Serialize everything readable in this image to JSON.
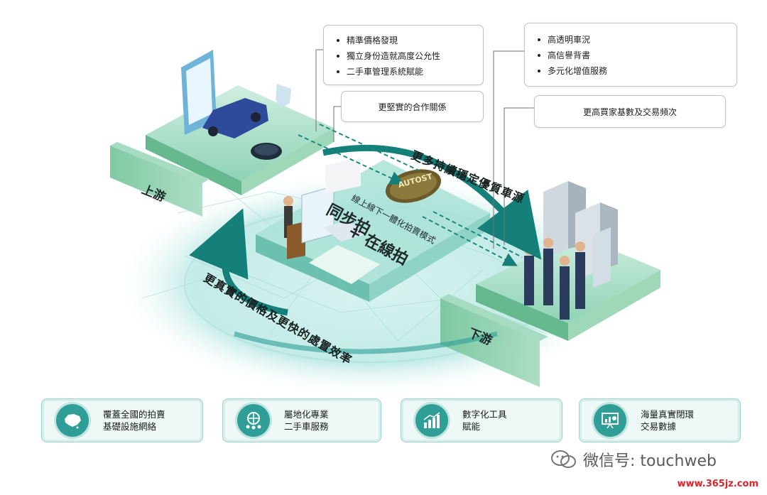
{
  "callouts": {
    "upstream_benefits": [
      "精準價格發現",
      "獨立身份造就高度公允性",
      "二手車管理系統賦能"
    ],
    "partnership": "更堅實的合作關係",
    "downstream_benefits": [
      "高透明車況",
      "高信譽背書",
      "多元化增值服務"
    ],
    "buyers": "更高買家基數及交易頻次"
  },
  "labels": {
    "upstream": "上游",
    "downstream": "下游",
    "brand": "AUTOST",
    "mode": "線上線下一體化拍賣模式",
    "auction_line1": "同步拍",
    "auction_line2": "+ 在線拍",
    "arc_top": "更多持續穩定優質車源",
    "arc_bottom": "更真實的價格及更快的處置效率"
  },
  "features": [
    {
      "line1": "覆蓋全國的拍賣",
      "line2": "基礎設施網絡",
      "icon": "china-map-icon"
    },
    {
      "line1": "屬地化專業",
      "line2": "二手車服務",
      "icon": "globe-people-icon"
    },
    {
      "line1": "數字化工具",
      "line2": "賦能",
      "icon": "bar-chart-icon"
    },
    {
      "line1": "海量真實閉環",
      "line2": "交易數據",
      "icon": "presentation-icon"
    }
  ],
  "watermark": {
    "text": "微信号: touchweb",
    "site": "www.365jz.com"
  },
  "colors": {
    "teal": "#2f9e96",
    "platform_green": "#7fcaa9",
    "glow": "#bfe7e3"
  }
}
